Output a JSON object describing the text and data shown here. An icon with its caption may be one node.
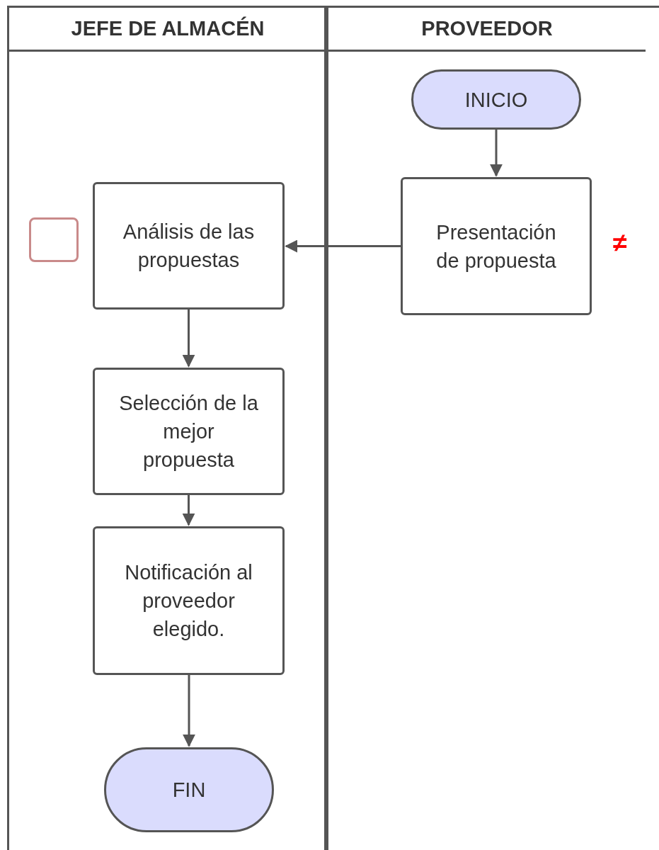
{
  "diagram": {
    "nodes": [
      {
        "text": [
          "JEFE DE ALMACÉN"
        ]
      },
      {
        "text": [
          "PROVEEDOR"
        ]
      },
      {
        "text": [
          "INICIO"
        ],
        "in": 1
      },
      {
        "text": [
          "Presentación de propuesta"
        ],
        "in": 1
      },
      {
        "text": [
          "Análisis de las propuestas"
        ],
        "in": 0
      },
      {
        "text": [
          "Selección de la mejor propuesta"
        ],
        "in": 0
      },
      {
        "text": [
          "Notificación al proveedor elegido."
        ],
        "in": 0
      },
      {
        "text": [
          "FIN"
        ],
        "in": 0
      },
      {
        "text": [],
        "shape": "box",
        "in": 0
      }
    ],
    "edges": [
      {
        "from": 2,
        "to": 3,
        "arrow": "to"
      },
      {
        "from": 3,
        "to": 4,
        "arrow": "to"
      },
      {
        "from": 4,
        "to": 5,
        "arrow": "to"
      },
      {
        "from": 5,
        "to": 6,
        "arrow": "to"
      },
      {
        "from": 6,
        "to": 7,
        "arrow": "to"
      }
    ],
    "labels": [
      "≠"
    ]
  }
}
